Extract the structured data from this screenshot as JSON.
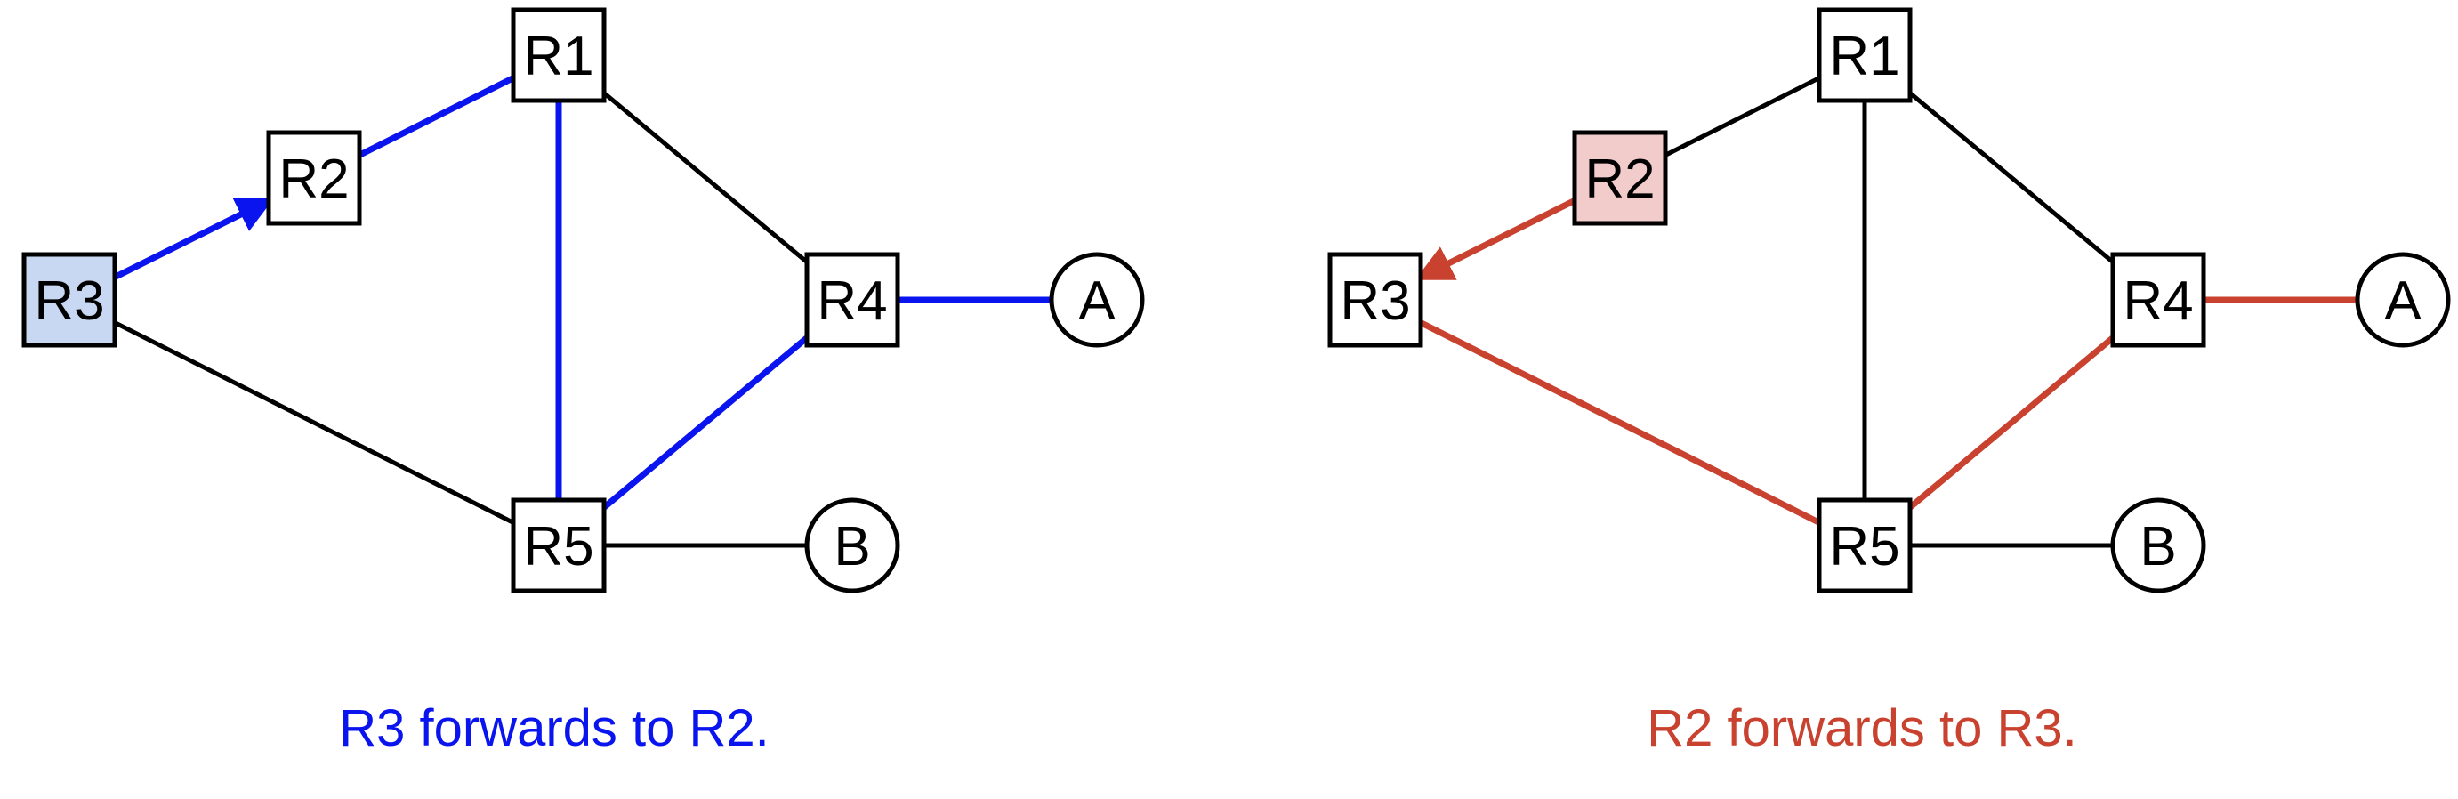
{
  "colors": {
    "left_path": "#0a14ee",
    "right_path": "#c9412f",
    "left_highlight_fill": "#c8d7f2",
    "right_highlight_fill": "#f2cccb",
    "link_default": "#000000"
  },
  "diagrams": [
    {
      "id": "left",
      "nodes": [
        {
          "id": "R1",
          "label": "R1",
          "kind": "router"
        },
        {
          "id": "R2",
          "label": "R2",
          "kind": "router"
        },
        {
          "id": "R3",
          "label": "R3",
          "kind": "router",
          "highlight": "left_highlight_fill"
        },
        {
          "id": "R4",
          "label": "R4",
          "kind": "router"
        },
        {
          "id": "R5",
          "label": "R5",
          "kind": "router"
        },
        {
          "id": "A",
          "label": "A",
          "kind": "host"
        },
        {
          "id": "B",
          "label": "B",
          "kind": "host"
        }
      ],
      "edges": [
        {
          "from": "R3",
          "to": "R2",
          "color": "left_path",
          "arrow": true
        },
        {
          "from": "R2",
          "to": "R1",
          "color": "left_path"
        },
        {
          "from": "R1",
          "to": "R5",
          "color": "left_path"
        },
        {
          "from": "R5",
          "to": "R4",
          "color": "left_path"
        },
        {
          "from": "R4",
          "to": "A",
          "color": "left_path"
        },
        {
          "from": "R1",
          "to": "R4",
          "color": "link_default"
        },
        {
          "from": "R3",
          "to": "R5",
          "color": "link_default"
        },
        {
          "from": "R5",
          "to": "B",
          "color": "link_default"
        }
      ],
      "caption": "R3 forwards to R2.",
      "caption_color": "left_path"
    },
    {
      "id": "right",
      "nodes": [
        {
          "id": "R1",
          "label": "R1",
          "kind": "router"
        },
        {
          "id": "R2",
          "label": "R2",
          "kind": "router",
          "highlight": "right_highlight_fill"
        },
        {
          "id": "R3",
          "label": "R3",
          "kind": "router"
        },
        {
          "id": "R4",
          "label": "R4",
          "kind": "router"
        },
        {
          "id": "R5",
          "label": "R5",
          "kind": "router"
        },
        {
          "id": "A",
          "label": "A",
          "kind": "host"
        },
        {
          "id": "B",
          "label": "B",
          "kind": "host"
        }
      ],
      "edges": [
        {
          "from": "R2",
          "to": "R3",
          "color": "right_path",
          "arrow": true
        },
        {
          "from": "R3",
          "to": "R5",
          "color": "right_path"
        },
        {
          "from": "R5",
          "to": "R4",
          "color": "right_path"
        },
        {
          "from": "R4",
          "to": "A",
          "color": "right_path"
        },
        {
          "from": "R2",
          "to": "R1",
          "color": "link_default"
        },
        {
          "from": "R1",
          "to": "R5",
          "color": "link_default"
        },
        {
          "from": "R1",
          "to": "R4",
          "color": "link_default"
        },
        {
          "from": "R5",
          "to": "B",
          "color": "link_default"
        }
      ],
      "caption": "R2 forwards to R3.",
      "caption_color": "right_path"
    }
  ]
}
